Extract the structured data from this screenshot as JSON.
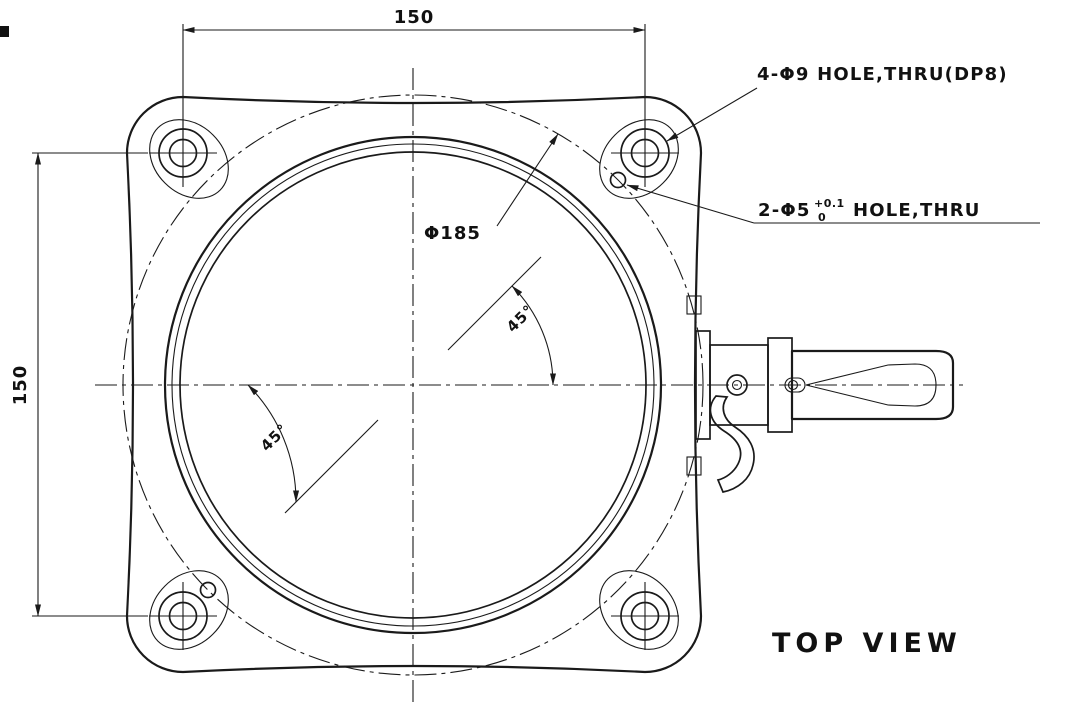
{
  "drawing": {
    "title": "TOP VIEW",
    "dimensions": {
      "width_label": "150",
      "height_label": "150",
      "bolt_circle_label": "Φ185",
      "angle_upper": "45°",
      "angle_lower": "45°"
    },
    "annotations": {
      "corner_holes": "4-Φ9 HOLE,THRU(DP8)",
      "pin_holes_prefix": "2-Φ5",
      "pin_holes_tol_upper": "+0.1",
      "pin_holes_tol_lower": "0",
      "pin_holes_suffix": "HOLE,THRU"
    },
    "colors": {
      "line": "#1a1a1a",
      "background": "#ffffff"
    }
  }
}
